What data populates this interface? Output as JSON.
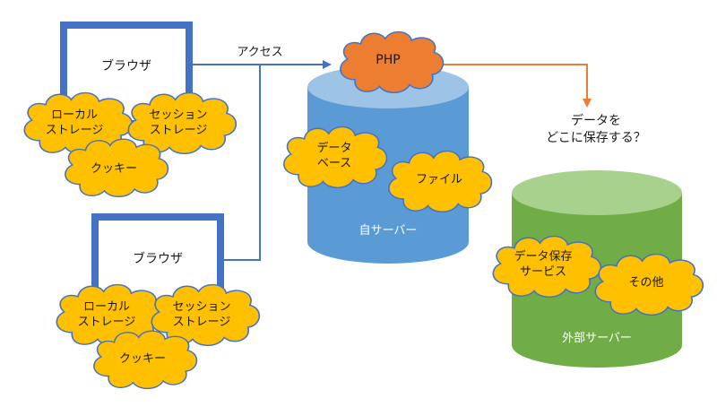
{
  "browser_top": {
    "title": "ブラウザ",
    "local_storage": [
      "ローカル",
      "ストレージ"
    ],
    "session_storage": [
      "セッション",
      "ストレージ"
    ],
    "cookie": "クッキー"
  },
  "browser_bottom": {
    "title": "ブラウザ",
    "local_storage": [
      "ローカル",
      "ストレージ"
    ],
    "session_storage": [
      "セッション",
      "ストレージ"
    ],
    "cookie": "クッキー"
  },
  "access_label": "アクセス",
  "php_label": "PHP",
  "question_label": [
    "データを",
    "どこに保存する？"
  ],
  "own_server": {
    "label": "自サーバー",
    "database": [
      "データ",
      "ベース"
    ],
    "file": "ファイル"
  },
  "external_server": {
    "label": "外部サーバー",
    "storage_service": [
      "データ保存",
      "サービス"
    ],
    "other": "その他"
  },
  "colors": {
    "browser_frame": "#4472C4",
    "arrow_blue": "#4472C4",
    "arrow_orange": "#ED7D31",
    "cloud_fill": "#FFC000",
    "cloud_stroke": "#4472C4",
    "php_fill": "#ED7D31",
    "own_server_body": "#5B9BD5",
    "own_server_top": "#9DC3E6",
    "external_server_body": "#70AD47",
    "external_server_top": "#A9D18E"
  }
}
